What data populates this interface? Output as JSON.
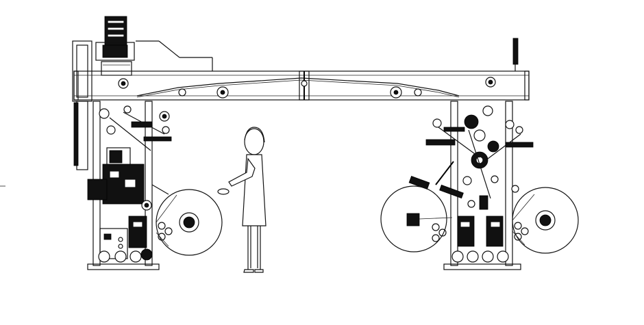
{
  "drawing": {
    "background": "#ffffff",
    "line_color": "#111111",
    "components": [
      "top-drive-motor",
      "overhead-beam",
      "left-machine-frame",
      "left-unwind-reel",
      "right-machine-frame",
      "right-reel-left",
      "right-reel-right",
      "human-figure",
      "signal-tower"
    ]
  }
}
